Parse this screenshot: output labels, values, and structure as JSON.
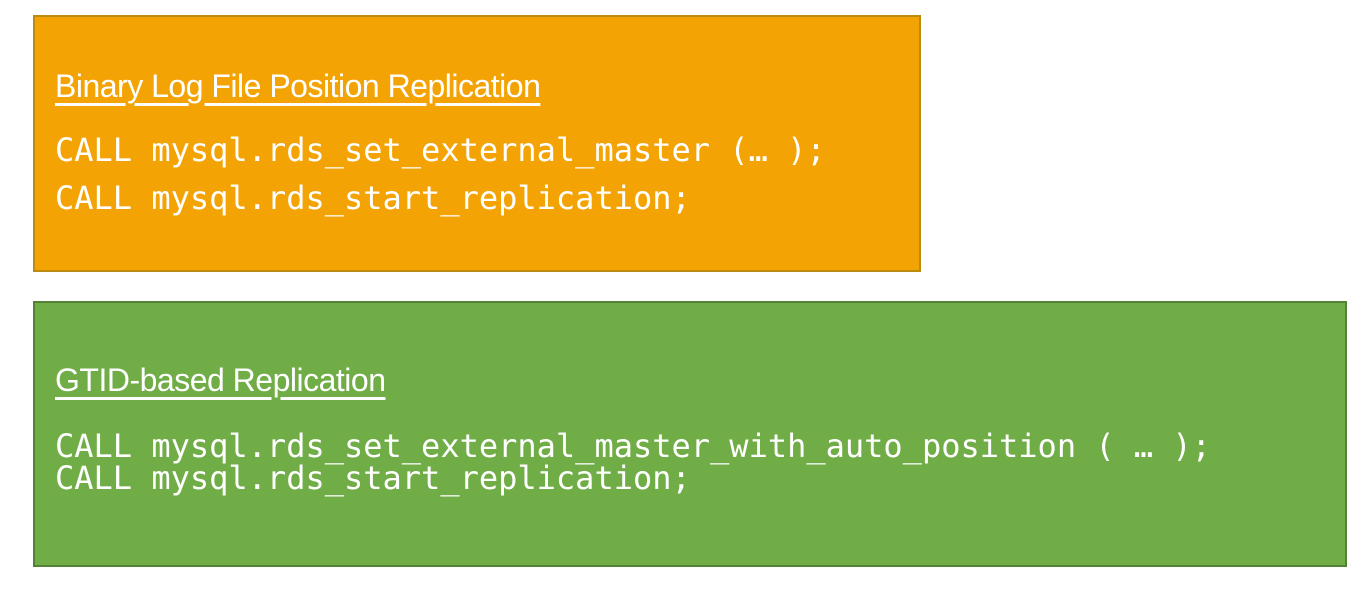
{
  "slide": {
    "background_color": "#FFFFFF",
    "text_color": "#FFFFFF",
    "boxes": [
      {
        "id": "binlog",
        "title": "Binary Log File Position Replication",
        "fill_color": "#F3A304",
        "border_color": "#BC8C10",
        "code_lines": [
          "CALL mysql.rds_set_external_master (… );",
          "CALL mysql.rds_start_replication;"
        ]
      },
      {
        "id": "gtid",
        "title": "GTID-based Replication",
        "fill_color": "#70AD47",
        "border_color": "#548235",
        "code_lines": [
          "CALL mysql.rds_set_external_master_with_auto_position ( … );",
          "CALL mysql.rds_start_replication;"
        ]
      }
    ]
  }
}
